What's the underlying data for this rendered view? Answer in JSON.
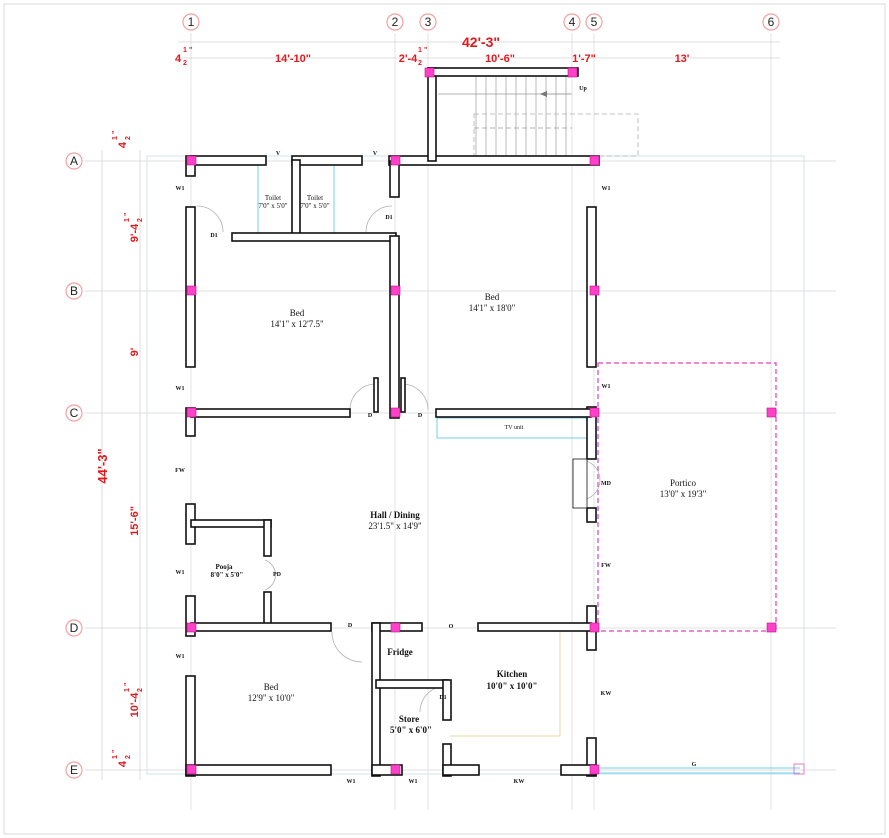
{
  "grid_columns": [
    "1",
    "2",
    "3",
    "4",
    "5",
    "6"
  ],
  "grid_rows": [
    "A",
    "B",
    "C",
    "D",
    "E"
  ],
  "dims_top": {
    "overall": "42'-3\"",
    "d1_whole": "4",
    "d1_num": "1",
    "d1_den": "2",
    "d1_inch": "\"",
    "d2": "14'-10\"",
    "d3_whole": "2'-4",
    "d3_num": "1",
    "d3_den": "2",
    "d3_inch": "\"",
    "d4": "10'-6\"",
    "d5": "1'-7\"",
    "d6": "13'"
  },
  "dims_left": {
    "overall": "44'-3\"",
    "a_whole": "4",
    "a_num": "1",
    "a_den": "2",
    "a_inch": "\"",
    "ab_whole": "9'-4",
    "ab_num": "1",
    "ab_den": "2",
    "ab_inch": "\"",
    "bc": "9'",
    "cd": "15'-6\"",
    "de_whole": "10'-4",
    "de_num": "1",
    "de_den": "2",
    "de_inch": "\"",
    "e_whole": "4",
    "e_num": "1",
    "e_den": "2",
    "e_inch": "\""
  },
  "rooms": {
    "toilet1": {
      "name": "Toilet",
      "size": "7'0\" x 5'0\""
    },
    "toilet2": {
      "name": "Toilet",
      "size": "7'0\" x 5'0\""
    },
    "bed1": {
      "name": "Bed",
      "size": "14'1\" x 12'7.5\""
    },
    "bed2": {
      "name": "Bed",
      "size": "14'1\" x 18'0\""
    },
    "hall": {
      "name": "Hall / Dining",
      "size": "23'1.5\" x 14'9\""
    },
    "portico": {
      "name": "Portico",
      "size": "13'0\" x 19'3\""
    },
    "pooja": {
      "name": "Pooja",
      "size": "8'0\" x 5'0\""
    },
    "bed3": {
      "name": "Bed",
      "size": "12'9\" x 10'0\""
    },
    "kitchen": {
      "name": "Kitchen",
      "size": "10'0\" x 10'0\""
    },
    "store": {
      "name": "Store",
      "size": "5'0\" x 6'0\""
    },
    "fridge": {
      "name": "Fridge"
    },
    "tv_unit": {
      "name": "TV unit"
    }
  },
  "tags": {
    "v": "V",
    "w1": "W1",
    "d1": "D1",
    "d": "D",
    "fw": "FW",
    "md": "MD",
    "pd": "PD",
    "o": "O",
    "kw": "KW",
    "g": "G",
    "up": "Up"
  }
}
